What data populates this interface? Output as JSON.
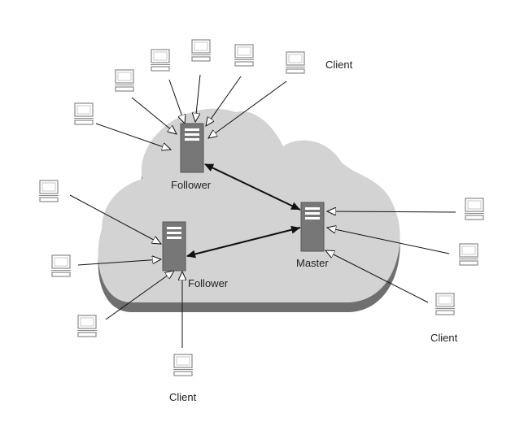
{
  "labels": {
    "follower_top": "Follower",
    "follower_left": "Follower",
    "master": "Master",
    "client_top": "Client",
    "client_right": "Client",
    "client_bottom": "Client"
  },
  "colors": {
    "cloud_fill": "#d3d3d3",
    "cloud_shadow": "#6f6f6f",
    "server_fill": "#777777",
    "server_light": "#ffffff",
    "client_fill": "#ffffff",
    "client_stroke": "#8a8a8a",
    "line": "#111111"
  },
  "icons": {
    "server": "server-icon",
    "client": "desktop-computer-icon"
  }
}
